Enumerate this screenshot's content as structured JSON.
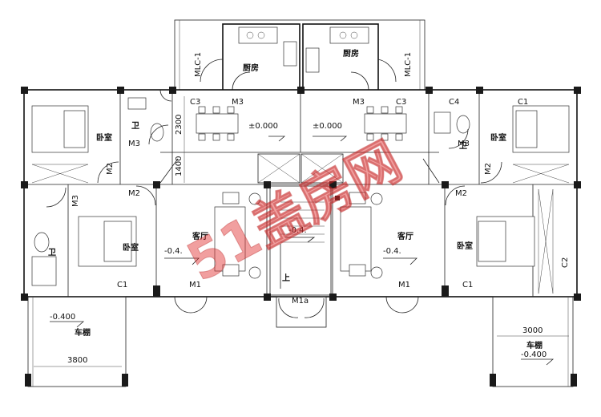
{
  "plan": {
    "rooms": {
      "kitchen_left": "厨房",
      "kitchen_right": "厨房",
      "bedroom_top_left": "卧室",
      "bedroom_mid_left": "卧室",
      "bedroom_top_right": "卧室",
      "bedroom_mid_right": "卧室",
      "bath_top_left": "卫",
      "bath_mid_left": "卫",
      "bath_top_right": "卫",
      "living_left": "客厅",
      "living_right": "客厅",
      "garage_left": "车棚",
      "garage_right": "车棚",
      "stair_up": "上"
    },
    "levels": {
      "dining_left": "±0.000",
      "dining_right": "±0.000",
      "living_left": "-0.4.",
      "living_right": "-0.4.",
      "stair": "-0.4.",
      "garage_left": "-0.400",
      "garage_right": "-0.400"
    },
    "dimensions": {
      "d2300": "2300",
      "d1400": "1400",
      "d3800": "3800",
      "d3000": "3000"
    },
    "labels": {
      "mlc_left": "MLC-1",
      "mlc_right": "MLC-1",
      "c3_left": "C3",
      "c3_right": "C3",
      "m3_dining_left": "M3",
      "m3_dining_right": "M3",
      "m3_bath_top_left": "M3",
      "m3_bath_top_right": "M3",
      "m3_bath_mid_left": "M3",
      "c4": "C4",
      "c1_top_right": "C1",
      "c1_mid_left": "C1",
      "c1_mid_right": "C1",
      "c2": "C2",
      "m2_top_left": "M2",
      "m2_mid_left": "M2",
      "m2_top_right": "M2",
      "m2_mid_right": "M2",
      "m1_left": "M1",
      "m1_right": "M1",
      "m1a": "M1a"
    },
    "watermark": "51盖房网",
    "colors": {
      "line": "#111111",
      "watermark": "#e02b2b",
      "background": "#ffffff"
    }
  }
}
